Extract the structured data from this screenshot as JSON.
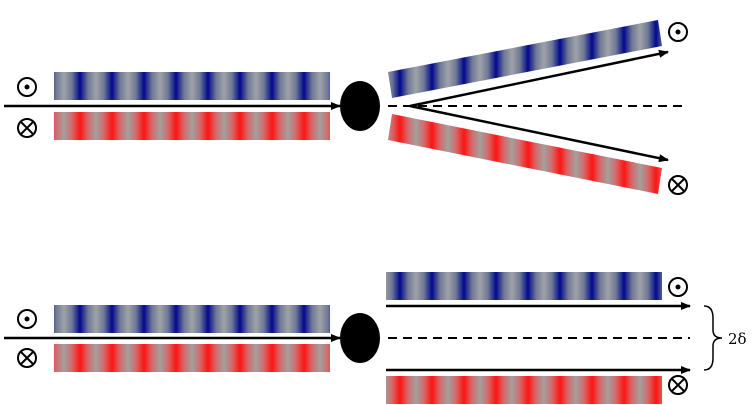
{
  "colors": {
    "blue": "#000a8c",
    "red": "#ff1a1a",
    "gray": "#9aa0a6",
    "black": "#000000",
    "white": "#ffffff"
  },
  "symbols": {
    "out_of_page": "dot-in-circle",
    "into_page": "cross-in-circle"
  },
  "annotation": {
    "separation_label": "2δ"
  }
}
